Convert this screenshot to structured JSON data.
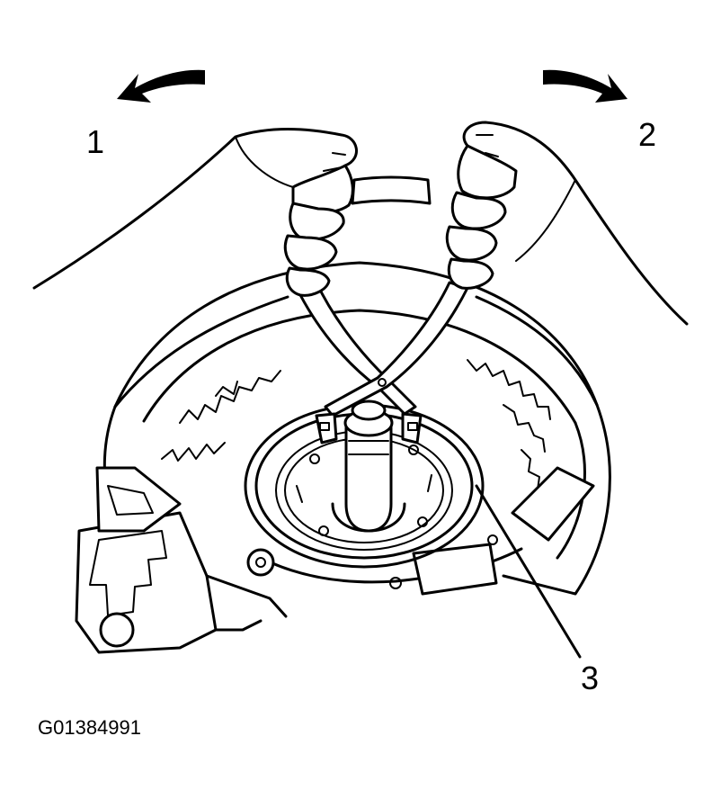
{
  "labels": {
    "callout_1": "1",
    "callout_2": "2",
    "callout_3": "3"
  },
  "figure_id": "G01384991",
  "icons": {
    "arrow_left": "curved-arrow-left-icon",
    "arrow_right": "curved-arrow-right-icon"
  },
  "colors": {
    "line": "#000000",
    "background": "#ffffff"
  }
}
